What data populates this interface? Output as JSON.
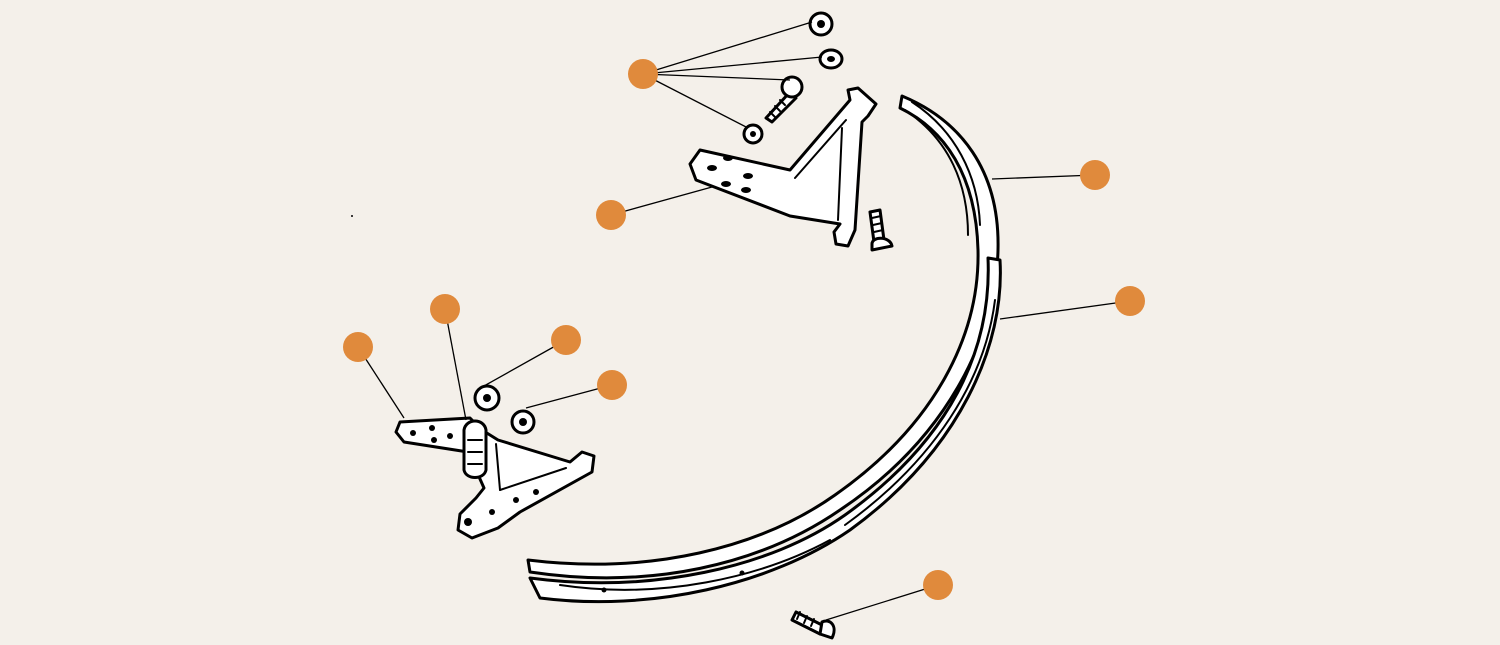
{
  "diagram": {
    "background": "#f4f0ea",
    "callout_color": "#e08a3c",
    "part_color": "#000000",
    "callouts": [
      {
        "id": "c1",
        "label": ""
      },
      {
        "id": "c2",
        "label": ""
      },
      {
        "id": "c3",
        "label": ""
      },
      {
        "id": "c4",
        "label": ""
      },
      {
        "id": "c5",
        "label": ""
      },
      {
        "id": "c6",
        "label": ""
      },
      {
        "id": "c7",
        "label": ""
      },
      {
        "id": "c8",
        "label": ""
      },
      {
        "id": "c9",
        "label": ""
      }
    ],
    "parts": [
      "upper-nut",
      "upper-washer",
      "upper-bolt",
      "upper-small-washer",
      "upper-bracket",
      "upper-carriage-bolt",
      "bumper-blade",
      "bumper-overrider-strip",
      "lower-bracket",
      "lower-rubber-pad",
      "lower-nut",
      "lower-washer",
      "bumper-bolt"
    ]
  }
}
